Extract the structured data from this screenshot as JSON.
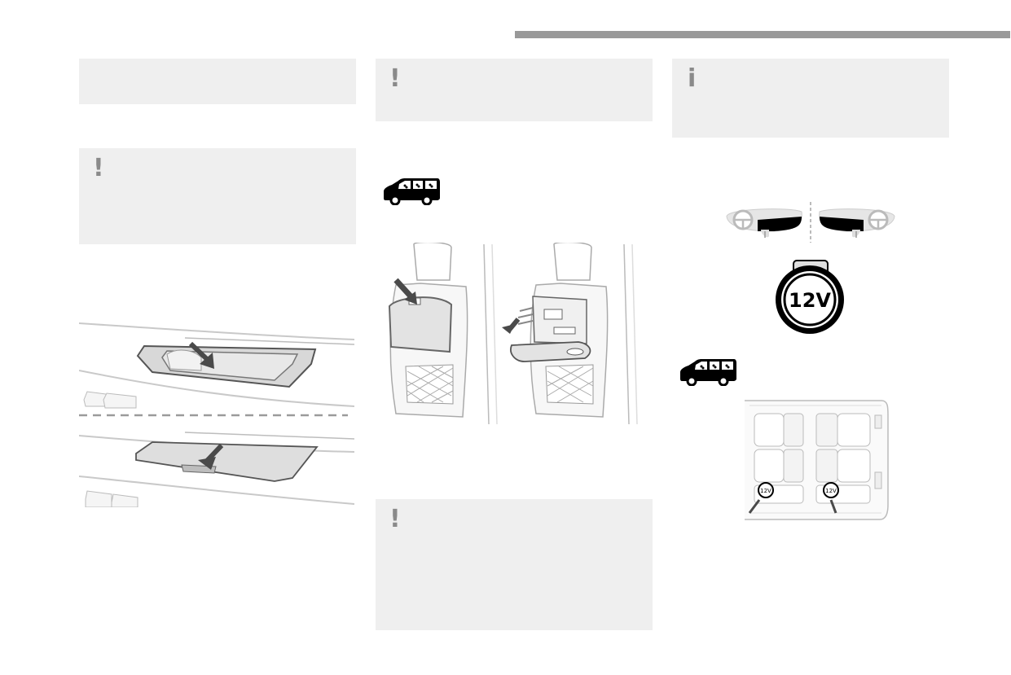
{
  "page": {
    "header_bar_color": "#999999",
    "box_color": "#efefef"
  },
  "notes": [
    {
      "icon": "none"
    },
    {
      "icon": "exclamation-icon",
      "symbol": "!"
    },
    {
      "icon": "exclamation-icon",
      "symbol": "!"
    },
    {
      "icon": "exclamation-icon",
      "symbol": "!"
    },
    {
      "icon": "info-icon",
      "symbol": "i"
    }
  ],
  "figures": {
    "socket_label": "12V",
    "socket_small_label": "12V"
  }
}
